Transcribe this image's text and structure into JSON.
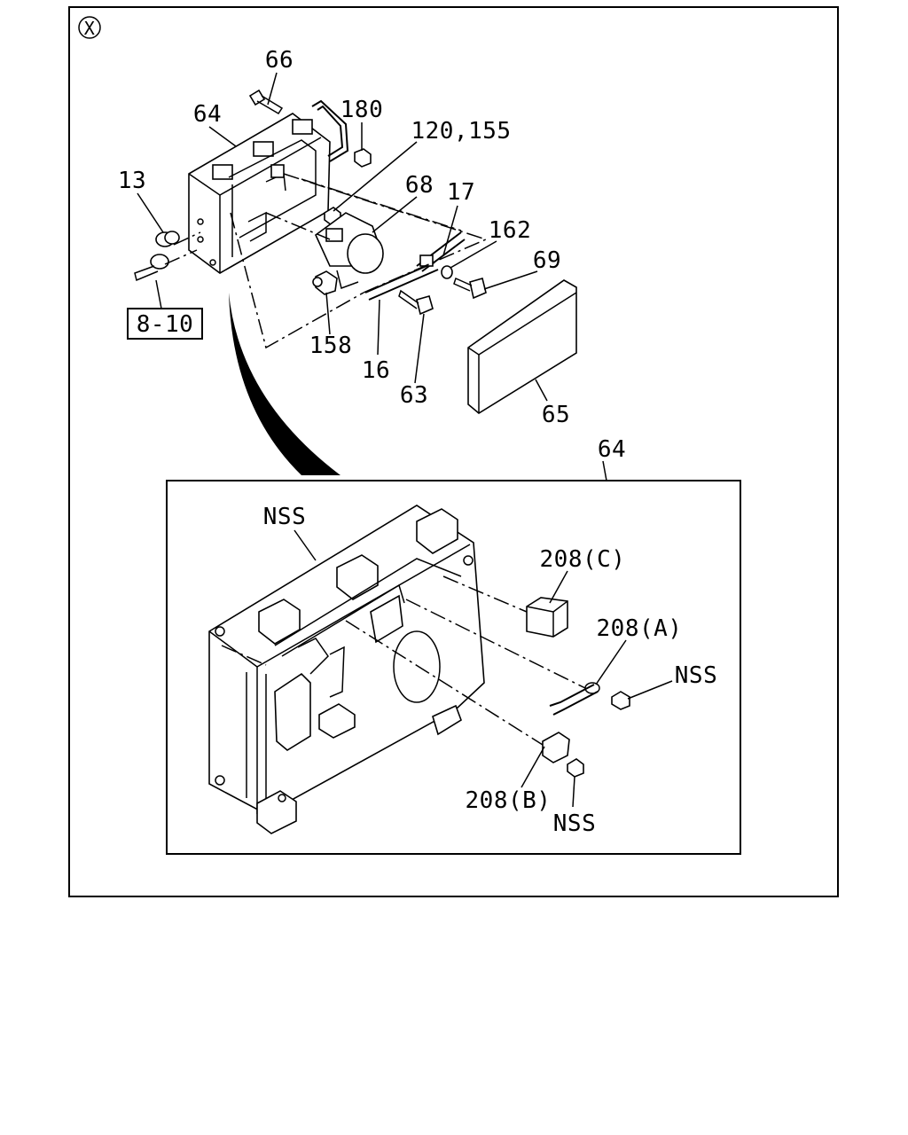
{
  "view_marker": "X",
  "ref_box": "8-10",
  "labels": {
    "p66": "66",
    "p64": "64",
    "p180": "180",
    "p120_155": "120,155",
    "p13": "13",
    "p68": "68",
    "p17": "17",
    "p162": "162",
    "p69": "69",
    "p158": "158",
    "p16": "16",
    "p63": "63",
    "p65": "65",
    "p64_detail": "64",
    "nss_box": "NSS",
    "p208c": "208(C)",
    "p208a": "208(A)",
    "nss_a": "NSS",
    "p208b": "208(B)",
    "nss_b": "NSS"
  }
}
